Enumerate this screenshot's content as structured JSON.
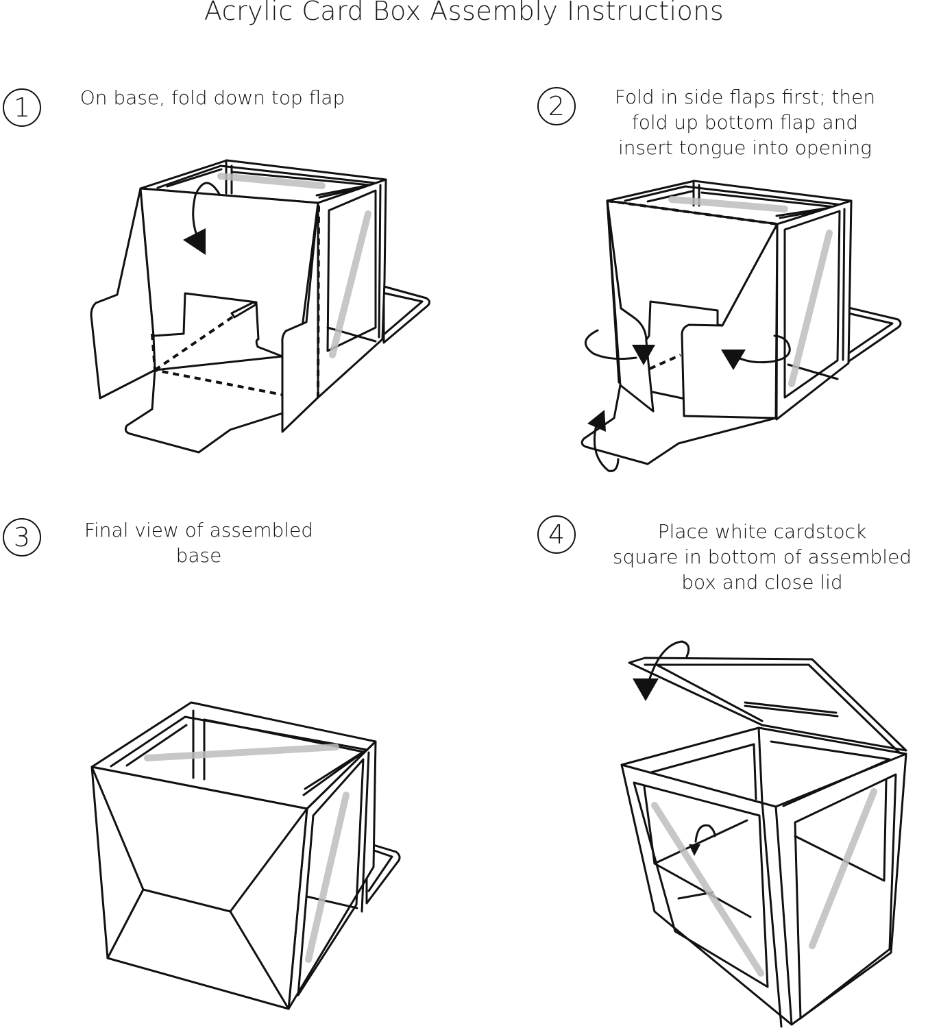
{
  "title": "Acrylic Card Box Assembly Instructions",
  "steps": [
    {
      "number": "1",
      "text": "On base, fold down top flap",
      "figure": "base-with-top-flap-folding"
    },
    {
      "number": "2",
      "text": "Fold in side flaps first; then\nfold up bottom flap and\ninsert tongue into opening",
      "figure": "base-with-side-and-bottom-flaps-folding"
    },
    {
      "number": "3",
      "text": "Final view of assembled\nbase",
      "figure": "assembled-base"
    },
    {
      "number": "4",
      "text": "Place white cardstock\nsquare in bottom of assembled\nbox and close lid",
      "figure": "acrylic-box-with-open-lid"
    }
  ],
  "colors": {
    "line": "#111111",
    "background": "#ffffff",
    "glare": "#bdbdbd"
  }
}
